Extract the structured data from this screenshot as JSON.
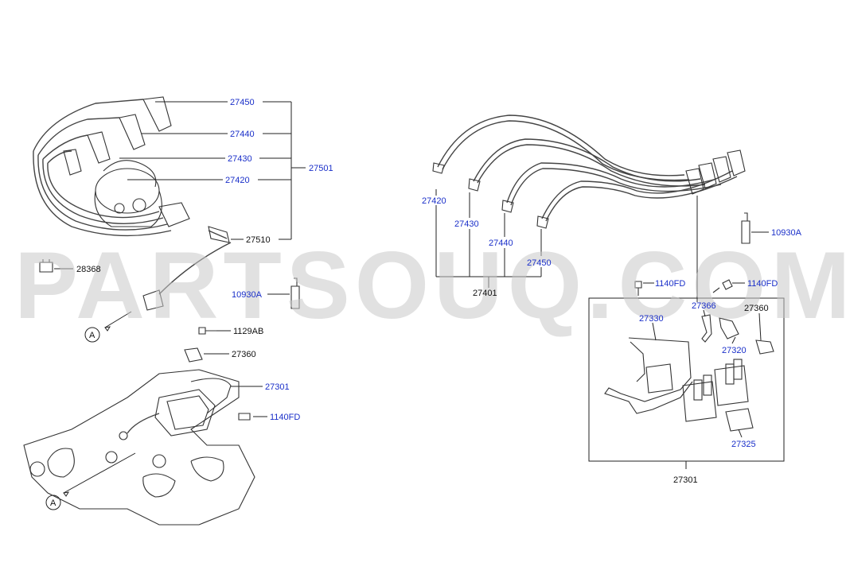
{
  "watermark": "PARTSOUQ.COM",
  "callouts": {
    "left_27450": "27450",
    "left_27440": "27440",
    "left_27430": "27430",
    "left_27420": "27420",
    "left_27501": "27501",
    "left_27510": "27510",
    "left_28368": "28368",
    "left_10930A": "10930A",
    "left_1129AB": "1129AB",
    "left_27360": "27360",
    "left_27301": "27301",
    "left_1140FD": "1140FD",
    "ref_A_top": "A",
    "ref_A_bottom": "A",
    "right_27420": "27420",
    "right_27430": "27430",
    "right_27440": "27440",
    "right_27450": "27450",
    "right_27401": "27401",
    "right_10930A": "10930A",
    "right_1140FD_a": "1140FD",
    "right_1140FD_b": "1140FD",
    "right_27366": "27366",
    "right_27360": "27360",
    "right_27330": "27330",
    "right_27320": "27320",
    "right_27325": "27325",
    "right_27301": "27301"
  },
  "colors": {
    "link_label": "#1a2fc9",
    "plain_label": "#111111",
    "watermark": "#c9c9c9"
  }
}
